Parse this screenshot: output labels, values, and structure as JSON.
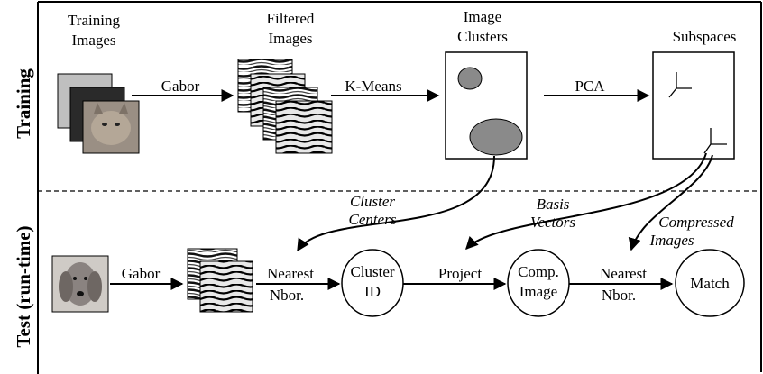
{
  "section_labels": {
    "training": "Training",
    "test": "Test (run-time)"
  },
  "training_row": {
    "training_images": [
      "Training",
      "Images"
    ],
    "filtered_images": [
      "Filtered",
      "Images"
    ],
    "image_clusters": [
      "Image",
      "Clusters"
    ],
    "subspaces": "Subspaces",
    "gabor": "Gabor",
    "kmeans": "K-Means",
    "pca": "PCA"
  },
  "feedback_labels": {
    "cluster_centers": [
      "Cluster",
      "Centers"
    ],
    "basis_vectors": [
      "Basis",
      "Vectors"
    ],
    "compressed_images": [
      "Compressed",
      "Images"
    ]
  },
  "test_row": {
    "gabor": "Gabor",
    "nearest_nbor_1": [
      "Nearest",
      "Nbor."
    ],
    "cluster_id": [
      "Cluster",
      "ID"
    ],
    "project": "Project",
    "comp_image": [
      "Comp.",
      "Image"
    ],
    "nearest_nbor_2": [
      "Nearest",
      "Nbor."
    ],
    "match": "Match"
  },
  "colors": {
    "cluster_fill": "#8a8a8a",
    "cat_fur": "#9a8f84",
    "dog_fur": "#8a8380"
  }
}
